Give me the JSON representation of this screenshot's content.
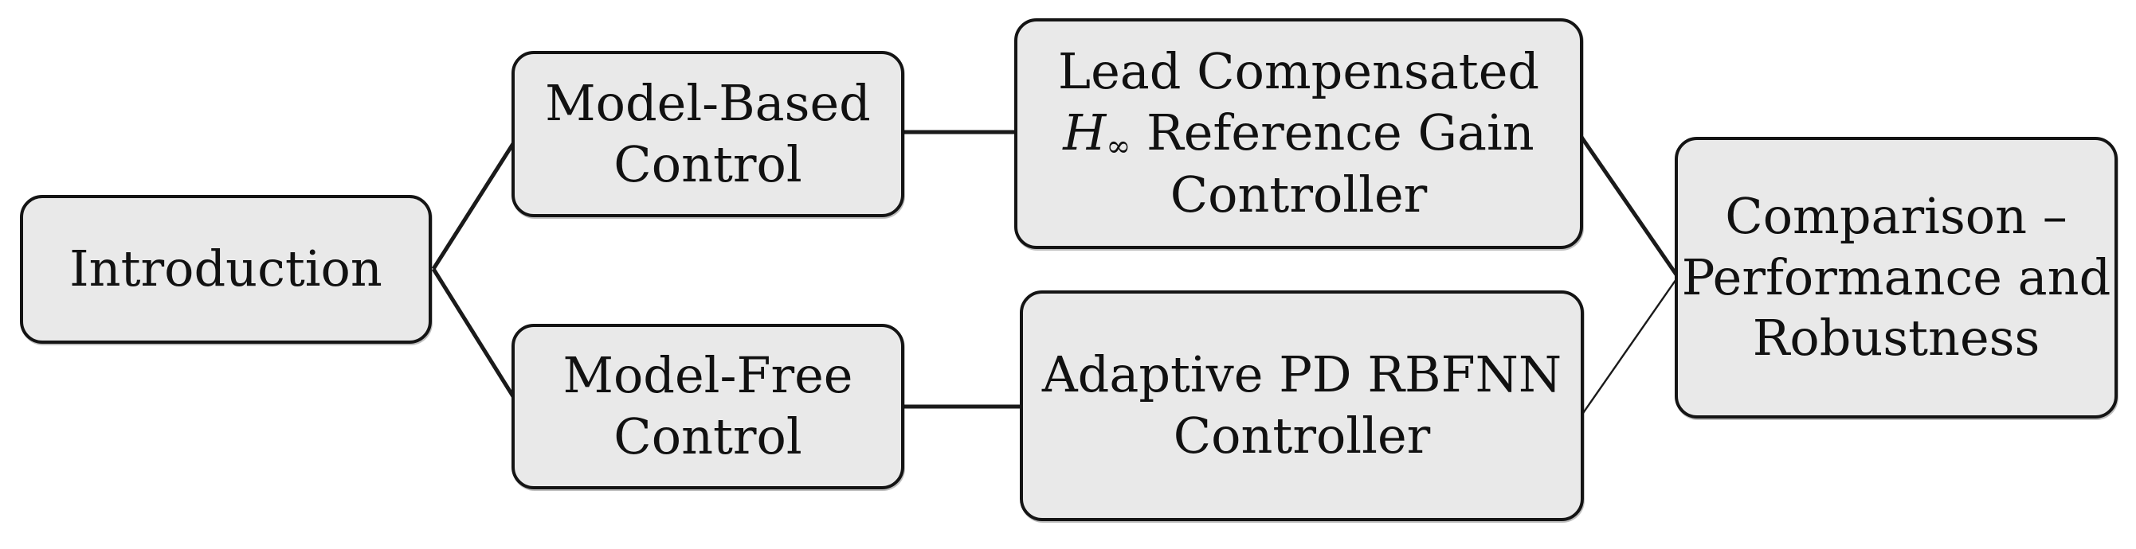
{
  "diagram": {
    "colors": {
      "background": "#ffffff",
      "box_fill": "#e9e9e9",
      "box_border": "#141414",
      "edge_color": "#1a1a1a",
      "text_color": "#111111"
    },
    "nodes": {
      "introduction": {
        "label": "Introduction"
      },
      "model_based_control": {
        "lines": [
          "Model-Based",
          "Control"
        ]
      },
      "model_free_control": {
        "lines": [
          "Model-Free",
          "Control"
        ]
      },
      "lead_hinf_controller": {
        "line1": "Lead Compensated",
        "line2_h": "H",
        "line2_sub": "∞",
        "line2_rest": " Reference Gain",
        "line3": "Controller"
      },
      "adaptive_controller": {
        "lines": [
          "Adaptive PD RBFNN",
          "Controller"
        ]
      },
      "comparison": {
        "lines": [
          "Comparison –",
          "Performance and",
          "Robustness"
        ]
      }
    },
    "edges": [
      {
        "from": "introduction",
        "to": "model_based_control"
      },
      {
        "from": "introduction",
        "to": "model_free_control"
      },
      {
        "from": "model_based_control",
        "to": "lead_hinf_controller"
      },
      {
        "from": "model_free_control",
        "to": "adaptive_controller"
      },
      {
        "from": "lead_hinf_controller",
        "to": "comparison"
      },
      {
        "from": "adaptive_controller",
        "to": "comparison"
      }
    ]
  }
}
